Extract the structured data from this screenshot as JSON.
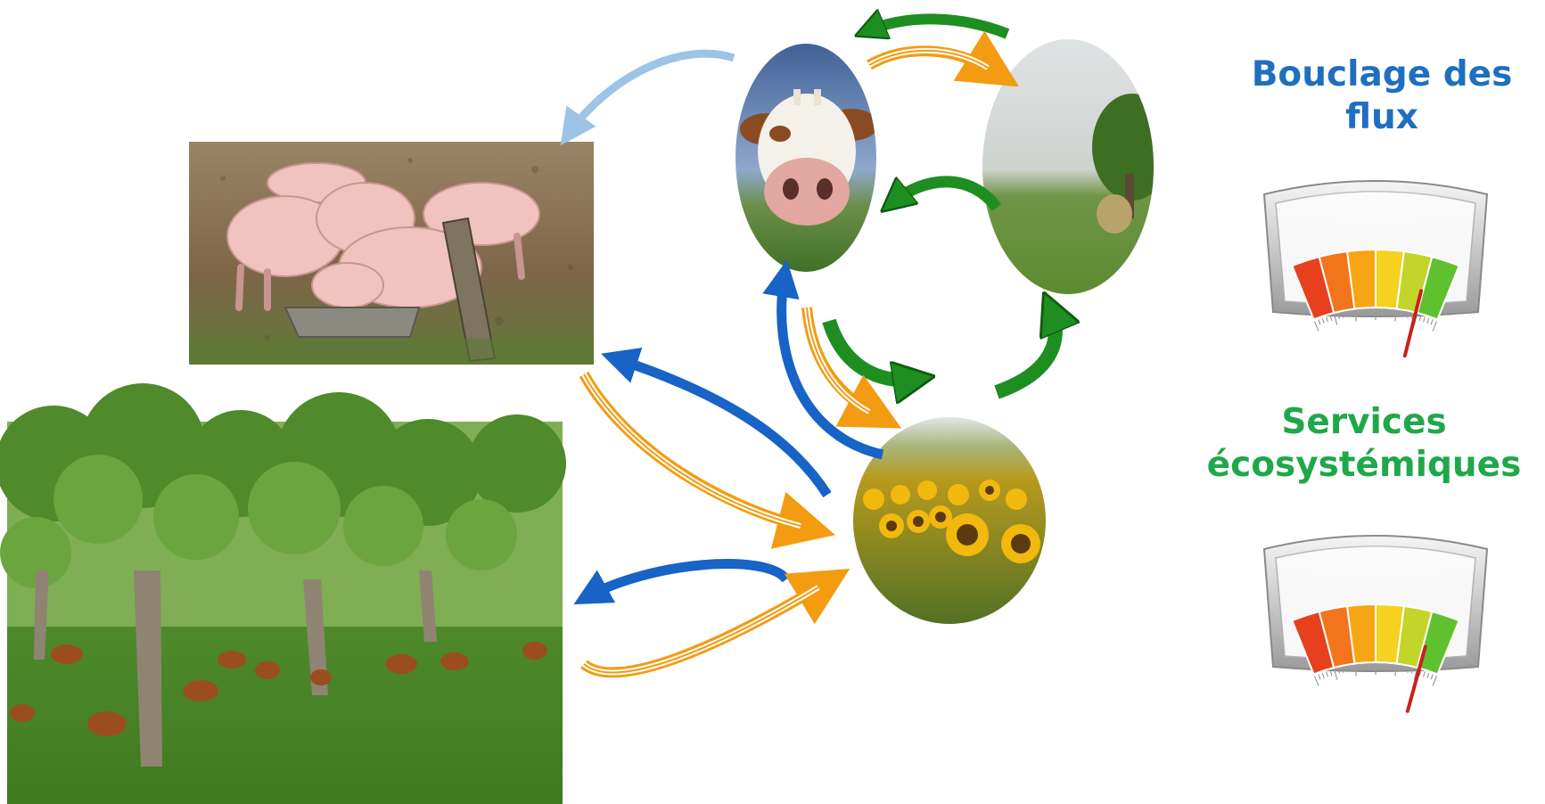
{
  "labels": {
    "bouclage": {
      "line1": "Bouclage des",
      "line2": "flux"
    },
    "services": {
      "line1": "Services",
      "line2": "écosystémiques"
    }
  },
  "gauges": {
    "bouclage": {
      "level": 0.82
    },
    "services": {
      "level": 0.85
    }
  },
  "photos": [
    "pigs",
    "cow",
    "meadow",
    "sunflowers",
    "orchard-hens"
  ],
  "colors": {
    "flux_blue_title": "#1F6FC0",
    "services_green_title": "#1FA84A",
    "light_blue_arrow": "#9DC3E6",
    "blue_arrow": "#1763C6",
    "green_arrow": "#1F8E21",
    "orange_arrow": "#F39C12"
  }
}
